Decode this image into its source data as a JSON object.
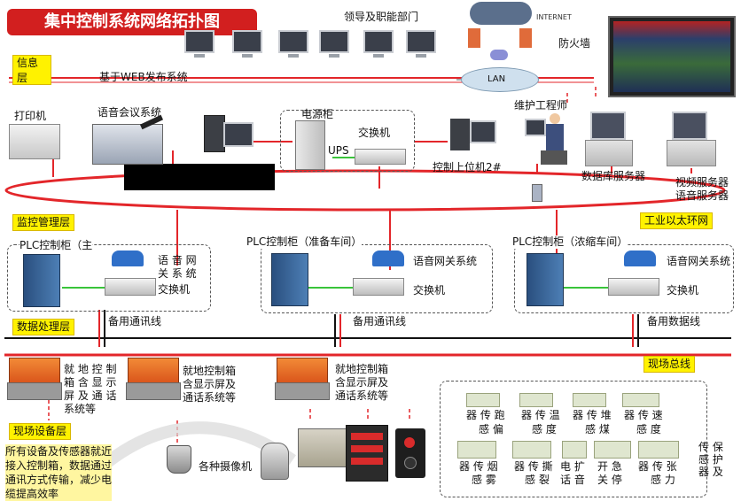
{
  "title": "集中控制系统网络拓扑图",
  "top": {
    "leaders_label": "领导及职能部门",
    "firewall_label": "防火墙",
    "internet_label": "INTERNET",
    "lan_label": "LAN",
    "info_layer_label": "信息层",
    "web_system_label": "基于WEB发布系统"
  },
  "ring": {
    "printer_label": "打印机",
    "voice_conf_label": "语音会议系统",
    "power_cabinet_label": "电源柜",
    "ups_label": "UPS",
    "switch_label": "交换机",
    "host_label": "控制上位机2#",
    "maintainer_label": "维护工程师",
    "db_server_label": "数据库服务器",
    "video_server_label": "视频服务器",
    "voice_server_label": "语音服务器"
  },
  "layers": {
    "monitor_mgmt": "监控管理层",
    "ethernet_ring": "工业以太环网",
    "data_processing": "数据处理层",
    "field_bus": "现场总线",
    "field_device": "现场设备层"
  },
  "plc": [
    {
      "title": "PLC控制柜（主",
      "gateway": "语 音 网\n关 系 统",
      "switch": "交换机",
      "backup": "备用通讯线"
    },
    {
      "title": "PLC控制柜（准备车间）",
      "gateway": "语音网关系统",
      "switch": "交换机",
      "backup": "备用通讯线"
    },
    {
      "title": "PLC控制柜（浓缩车间）",
      "gateway": "语音网关系统",
      "switch": "交换机",
      "backup": "备用数据线"
    }
  ],
  "local_boxes": [
    {
      "label": "就 地 控 制\n箱 含 显 示\n屏 及 通 话\n系统等"
    },
    {
      "label": "就地控制箱\n含显示屏及\n通话系统等"
    },
    {
      "label": "就地控制箱\n含显示屏及\n通话系统等"
    }
  ],
  "field_note": "所有设备及传感器就近\n接入控制箱，数据通过\n通讯方式传输，减少电\n缆提高效率",
  "cameras_label": "各种摄像机",
  "sensors": [
    {
      "top": "器 传 跑",
      "bottom": "感 偏"
    },
    {
      "top": "器 传 温",
      "bottom": "感 度"
    },
    {
      "top": "器 传 堆",
      "bottom": "感 煤"
    },
    {
      "top": "器 传 速",
      "bottom": "感 度"
    },
    {
      "top": "器 传 烟",
      "bottom": "感 雾"
    },
    {
      "top": "器 传 撕",
      "bottom": "感 裂"
    },
    {
      "top": "电 扩",
      "bottom": "话 音"
    },
    {
      "top": "开 急",
      "bottom": "关 停"
    },
    {
      "top": "器 传 张",
      "bottom": "感 力"
    }
  ],
  "protection_sensor_label": "传 保\n感 护\n器 及",
  "colors": {
    "ring": "#e3262a",
    "label_bg": "#fff200",
    "title_bg": "#d21f1f"
  }
}
